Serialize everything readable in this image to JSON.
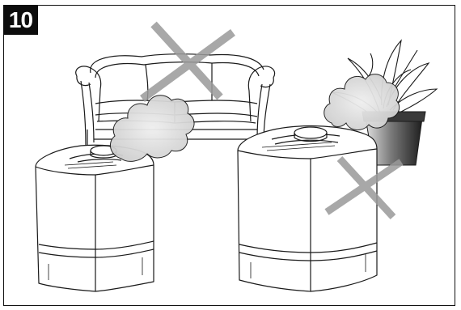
{
  "figure": {
    "step_number": "10",
    "illustrations": {
      "sofa": "sofa-illustration",
      "plant": "potted-plant-illustration",
      "left_unit": "humidifier-left",
      "right_unit": "humidifier-right",
      "mist": "mist-cloud",
      "prohibited_mark": "cross-out-mark"
    },
    "colors": {
      "line": "#1a1a1a",
      "cross": "#9a9a9a",
      "mist": "#d6d6d6",
      "pot_dark": "#2b2b2b",
      "pot_light": "#cfcfcf",
      "badge": "#0d0d0d"
    }
  }
}
